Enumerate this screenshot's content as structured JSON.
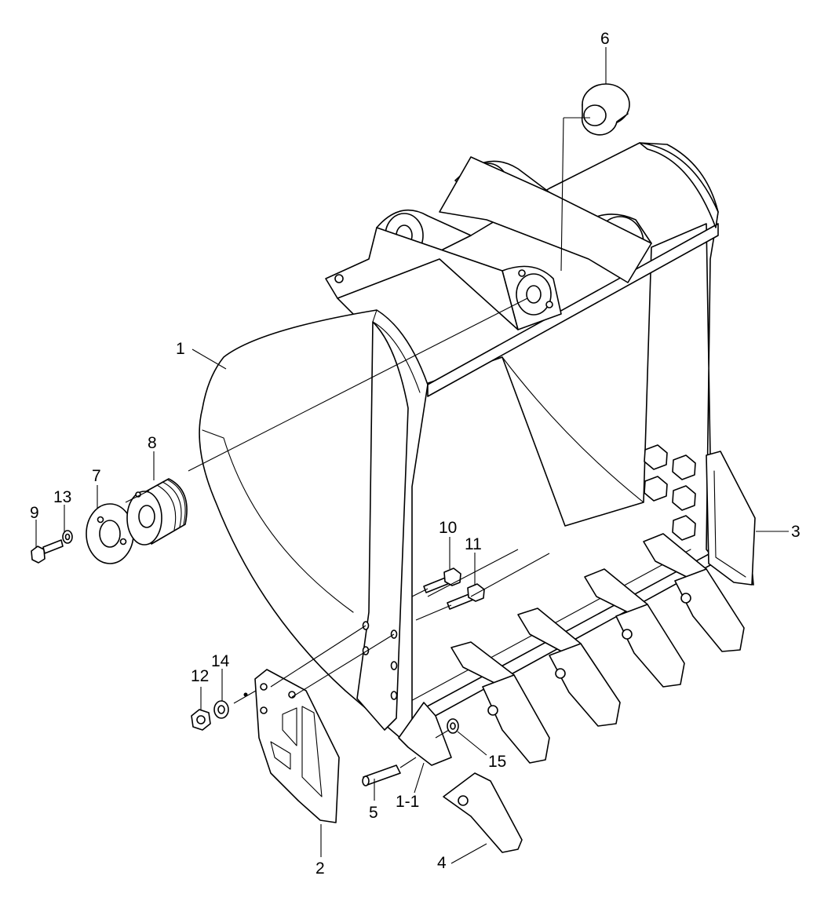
{
  "callouts": {
    "c1": "1",
    "c1_1": "1-1",
    "c2": "2",
    "c3": "3",
    "c4": "4",
    "c5": "5",
    "c6": "6",
    "c7": "7",
    "c8": "8",
    "c9": "9",
    "c10": "10",
    "c11": "11",
    "c12": "12",
    "c13": "13",
    "c14": "14",
    "c15": "15"
  }
}
